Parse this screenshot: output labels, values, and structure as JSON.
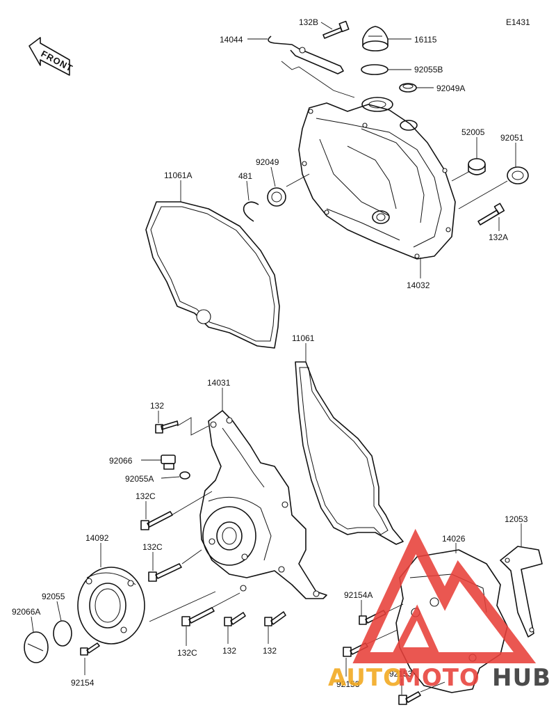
{
  "diagram_ref": "E1431",
  "front_label": "FRONT",
  "watermark": {
    "part1": "AUTO",
    "part2": "MOTO",
    "part3": "HUB",
    "color_red": "#e8403a",
    "color_yellow": "#f2a81d",
    "color_dark": "#333333"
  },
  "parts": {
    "p132B": "132B",
    "p14044": "14044",
    "p16115": "16115",
    "p92055B": "92055B",
    "p92049A": "92049A",
    "p52005": "52005",
    "p92051": "92051",
    "p11061A": "11061A",
    "p481": "481",
    "p92049": "92049",
    "p132A": "132A",
    "p14032": "14032",
    "p11061": "11061",
    "p14031": "14031",
    "p132_1": "132",
    "p92066": "92066",
    "p92055A": "92055A",
    "p132C_1": "132C",
    "p14092": "14092",
    "p132C_2": "132C",
    "p92055": "92055",
    "p92066A": "92066A",
    "p92154": "92154",
    "p132C_3": "132C",
    "p132_2": "132",
    "p132_3": "132",
    "p12053": "12053",
    "p14026": "14026",
    "p92154A": "92154A",
    "p92153_1": "92153",
    "p92153_2": "92153"
  }
}
